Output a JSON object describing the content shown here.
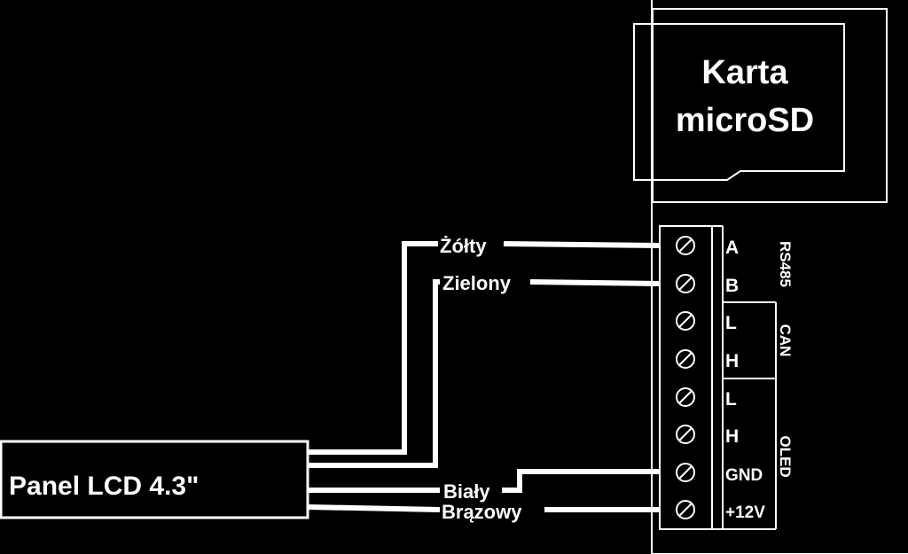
{
  "sd_card": {
    "line1": "Karta",
    "line2": "microSD"
  },
  "panel": {
    "label": "Panel LCD 4.3\""
  },
  "wires": {
    "yellow": "Żółty",
    "green": "Zielony",
    "white": "Biały",
    "brown": "Brązowy"
  },
  "terminals": [
    "A",
    "B",
    "L",
    "H",
    "L",
    "H",
    "GND",
    "+12V"
  ],
  "groups": {
    "rs485": "RS485",
    "can": "CAN",
    "oled": "OLED"
  },
  "colors": {
    "background": "#000000",
    "foreground": "#ffffff"
  }
}
